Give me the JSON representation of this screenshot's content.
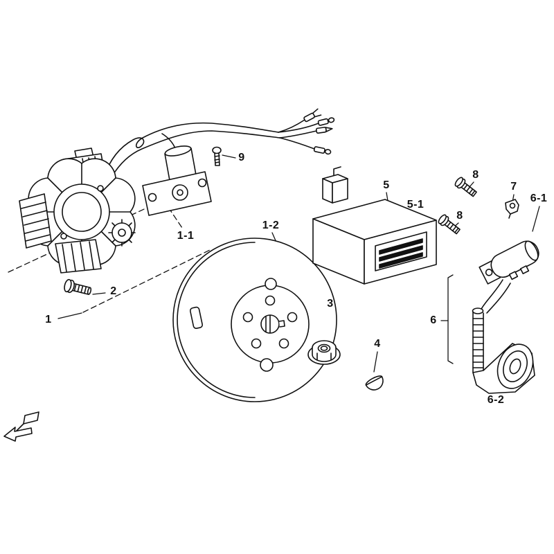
{
  "page": {
    "background_color": "#ffffff",
    "line_color": "#111111"
  },
  "diagram": {
    "kind": "exploded-parts-line-drawing",
    "callouts": [
      {
        "text": "1"
      },
      {
        "text": "1-1"
      },
      {
        "text": "1-2"
      },
      {
        "text": "2"
      },
      {
        "text": "3"
      },
      {
        "text": "4"
      },
      {
        "text": "5"
      },
      {
        "text": "5-1"
      },
      {
        "text": "6"
      },
      {
        "text": "6-1"
      },
      {
        "text": "6-2"
      },
      {
        "text": "7"
      },
      {
        "text": "8"
      },
      {
        "text": "8"
      },
      {
        "text": "9"
      }
    ],
    "icons": {
      "direction_indicator": "front-direction-arrow-icon"
    }
  }
}
